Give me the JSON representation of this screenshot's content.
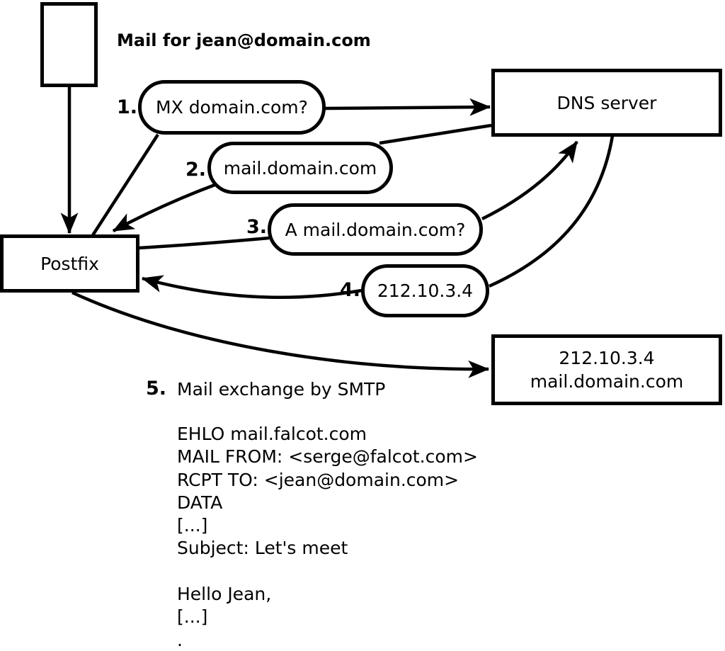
{
  "diagram": {
    "title": "Mail for jean@domain.com",
    "nodes": {
      "postfix": "Postfix",
      "dns_server": "DNS server",
      "mail_server_ip": "212.10.3.4",
      "mail_server_host": "mail.domain.com"
    },
    "steps": [
      {
        "num": "1.",
        "label": "MX domain.com?"
      },
      {
        "num": "2.",
        "label": "mail.domain.com"
      },
      {
        "num": "3.",
        "label": "A mail.domain.com?"
      },
      {
        "num": "4.",
        "label": "212.10.3.4"
      },
      {
        "num": "5.",
        "label": "Mail exchange by SMTP"
      }
    ],
    "smtp_session": [
      "EHLO mail.falcot.com",
      "MAIL FROM: <serge@falcot.com>",
      "RCPT TO: <jean@domain.com>",
      "DATA",
      "[...]",
      "Subject: Let's meet",
      "",
      "Hello Jean,",
      "[...]",
      "."
    ],
    "colors": {
      "ink": "#000000",
      "background": "#ffffff"
    }
  }
}
